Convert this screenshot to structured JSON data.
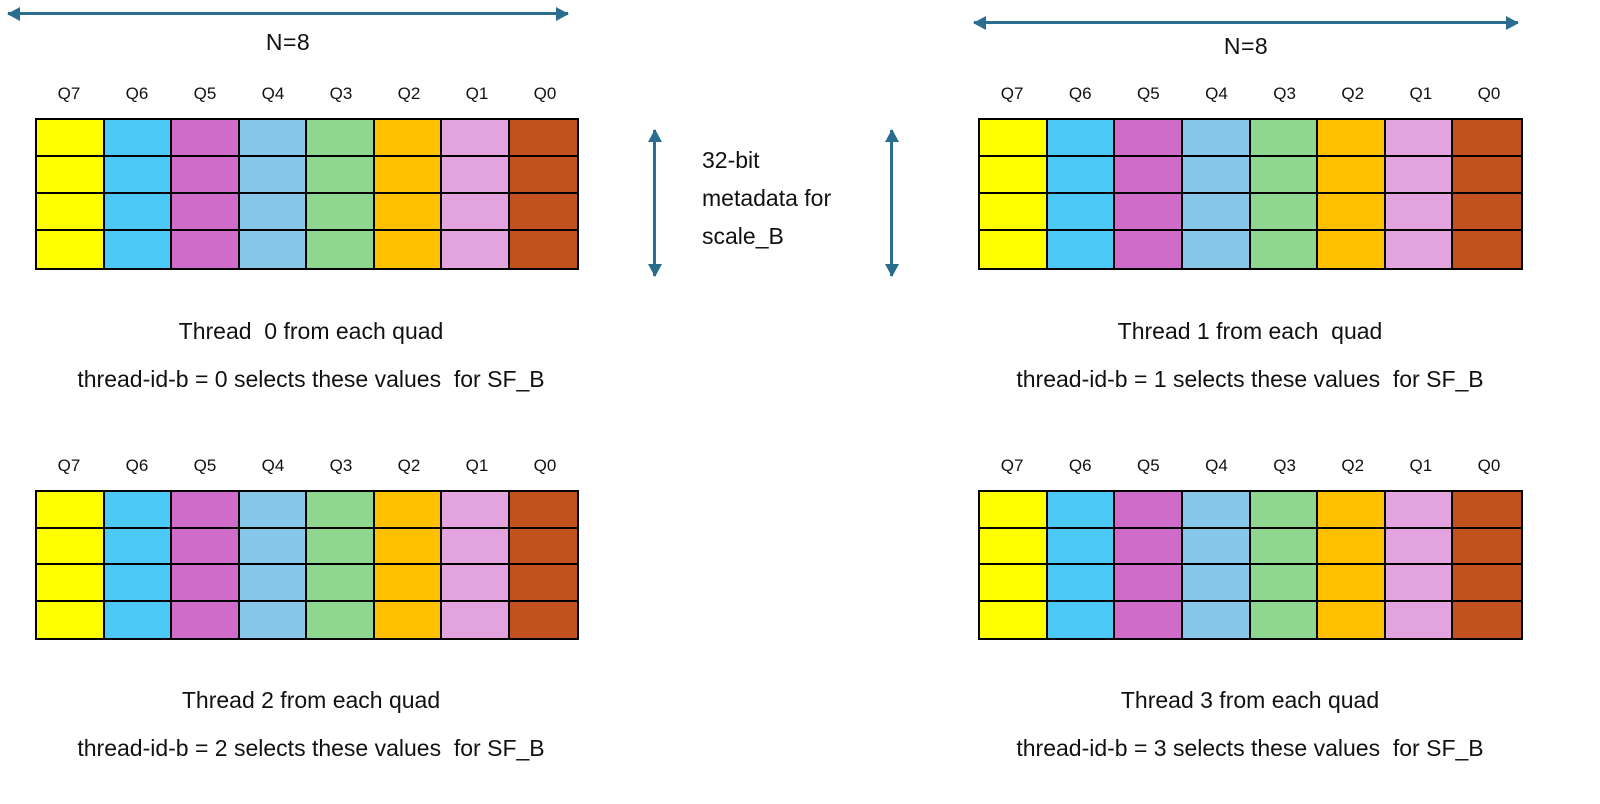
{
  "colors": {
    "arrow": "#2A6D8F",
    "cell_border": "#000000",
    "quad_colors": [
      "#FFFF00",
      "#4DC9F8",
      "#CF6BC8",
      "#87C7E9",
      "#8FD68F",
      "#FFC000",
      "#E3A3DF",
      "#C1511D"
    ]
  },
  "quad_labels": [
    "Q7",
    "Q6",
    "Q5",
    "Q4",
    "Q3",
    "Q2",
    "Q1",
    "Q0"
  ],
  "rows_per_grid": 4,
  "n_arrow": {
    "label": "N=8"
  },
  "annotation": {
    "line1": "32-bit",
    "line2": "metadata for",
    "line3": "scale_B"
  },
  "panels": [
    {
      "thread": "0",
      "caption1": "Thread  0 from each quad",
      "caption2": "thread-id-b = 0 selects these values  for SF_B"
    },
    {
      "thread": "1",
      "caption1": "Thread 1 from each  quad",
      "caption2": "thread-id-b = 1 selects these values  for SF_B"
    },
    {
      "thread": "2",
      "caption1": "Thread 2 from each quad",
      "caption2": "thread-id-b = 2 selects these values  for SF_B"
    },
    {
      "thread": "3",
      "caption1": "Thread 3 from each quad",
      "caption2": "thread-id-b = 3 selects these values  for SF_B"
    }
  ]
}
